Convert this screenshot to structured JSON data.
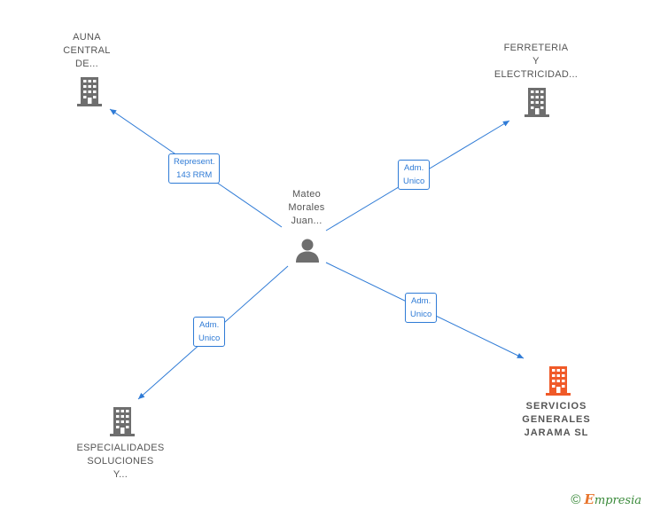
{
  "center": {
    "lines": [
      "Mateo",
      "Morales",
      "Juan..."
    ],
    "icon": "person-icon"
  },
  "nodes": {
    "auna": {
      "lines": [
        "AUNA",
        "CENTRAL",
        "DE..."
      ],
      "icon": "building-icon",
      "color": "#6e6e6e"
    },
    "ferreteria": {
      "lines": [
        "FERRETERIA",
        "Y",
        "ELECTRICIDAD..."
      ],
      "icon": "building-icon",
      "color": "#6e6e6e"
    },
    "especialidades": {
      "lines": [
        "ESPECIALIDADES",
        "SOLUCIONES",
        "Y..."
      ],
      "icon": "building-icon",
      "color": "#6e6e6e"
    },
    "servicios": {
      "lines": [
        "SERVICIOS",
        "GENERALES",
        "JARAMA SL"
      ],
      "icon": "building-icon",
      "color": "#f05a28"
    }
  },
  "edges": {
    "auna": {
      "lines": [
        "Represent.",
        "143 RRM"
      ]
    },
    "ferreteria": {
      "lines": [
        "Adm.",
        "Unico"
      ]
    },
    "especialidades": {
      "lines": [
        "Adm.",
        "Unico"
      ]
    },
    "servicios": {
      "lines": [
        "Adm.",
        "Unico"
      ]
    }
  },
  "colors": {
    "edge": "#2f7bd6",
    "icon_gray": "#6e6e6e",
    "icon_highlight": "#f05a28"
  },
  "footer": {
    "copyright_symbol": "©",
    "brand_first_letter": "E",
    "brand_rest": "mpresia"
  }
}
